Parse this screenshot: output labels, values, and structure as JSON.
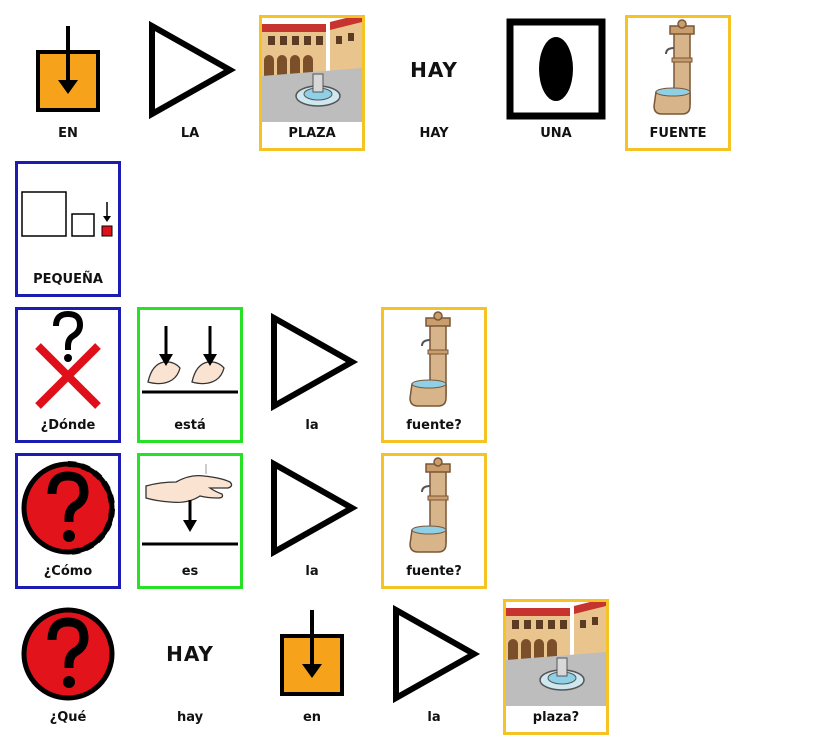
{
  "rows": [
    {
      "cards": [
        {
          "label": "EN",
          "icon": "arrow-into-box-icon",
          "border": "none"
        },
        {
          "label": "LA",
          "icon": "triangle-icon",
          "border": "none"
        },
        {
          "label": "PLAZA",
          "icon": "town-square-icon",
          "border": "yellow"
        },
        {
          "label": "HAY",
          "icon": "word-text",
          "border": "none",
          "picture_text": "HAY"
        },
        {
          "label": "UNA",
          "icon": "ellipse-in-square-icon",
          "border": "none"
        },
        {
          "label": "FUENTE",
          "icon": "fountain-icon",
          "border": "yellow"
        }
      ]
    },
    {
      "cards": [
        {
          "label": "PEQUEÑA",
          "icon": "size-decreasing-squares-icon",
          "border": "blue"
        }
      ]
    },
    {
      "cards": [
        {
          "label": "¿Dónde",
          "icon": "question-cross-icon",
          "border": "blue"
        },
        {
          "label": "está",
          "icon": "hands-down-icon",
          "border": "green"
        },
        {
          "label": "la",
          "icon": "triangle-icon",
          "border": "none"
        },
        {
          "label": "fuente?",
          "icon": "fountain-icon",
          "border": "yellow"
        }
      ]
    },
    {
      "cards": [
        {
          "label": "¿Cómo",
          "icon": "question-circle-dashed-icon",
          "border": "blue"
        },
        {
          "label": "es",
          "icon": "hand-down-icon",
          "border": "green"
        },
        {
          "label": "la",
          "icon": "triangle-icon",
          "border": "none"
        },
        {
          "label": "fuente?",
          "icon": "fountain-icon",
          "border": "yellow"
        }
      ]
    },
    {
      "cards": [
        {
          "label": "¿Qué",
          "icon": "question-circle-icon",
          "border": "none"
        },
        {
          "label": "hay",
          "icon": "word-text",
          "border": "none",
          "picture_text": "HAY"
        },
        {
          "label": "en",
          "icon": "arrow-into-box-icon",
          "border": "none"
        },
        {
          "label": "la",
          "icon": "triangle-icon",
          "border": "none"
        },
        {
          "label": "plaza?",
          "icon": "town-square-icon",
          "border": "yellow"
        }
      ]
    }
  ],
  "colors": {
    "border_blue": "#1c1cb4",
    "border_green": "#27e127",
    "border_yellow": "#f5c324",
    "orange": "#f7a21b",
    "red": "#e0101b",
    "question_red": "#e3131b"
  }
}
